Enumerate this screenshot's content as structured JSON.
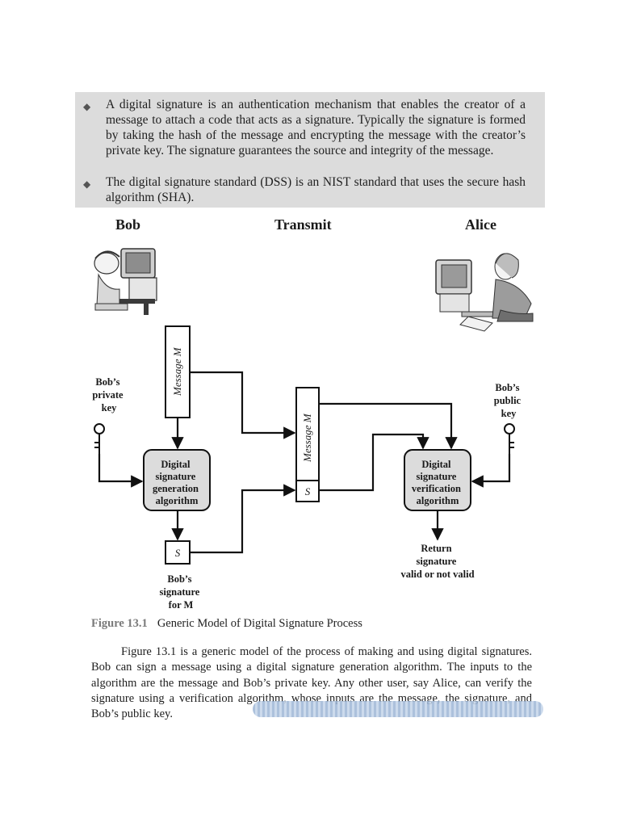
{
  "summary": {
    "bullets": [
      "A digital signature is an authentication mechanism that enables the creator of a message to attach a code that acts as a signature. Typically the signature is formed by taking the hash of the message and encrypting the message with the creator’s private key. The signature guarantees the source and integrity of the message.",
      "The digital signature standard (DSS) is an NIST standard that uses the secure hash algorithm (SHA)."
    ]
  },
  "diagram": {
    "col_bob": "Bob",
    "col_transmit": "Transmit",
    "col_alice": "Alice",
    "private_key_label": [
      "Bob’s",
      "private",
      "key"
    ],
    "public_key_label": [
      "Bob’s",
      "public",
      "key"
    ],
    "message_label": "Message M",
    "signature_label": "S",
    "gen_box": [
      "Digital",
      "signature",
      "generation",
      "algorithm"
    ],
    "ver_box": [
      "Digital",
      "signature",
      "verification",
      "algorithm"
    ],
    "return_label": [
      "Return",
      "signature",
      "valid or not valid"
    ],
    "bob_sig_label": [
      "Bob’s",
      "signature",
      "for M"
    ]
  },
  "caption": {
    "figure_number": "Figure 13.1",
    "title": "Generic Model of Digital Signature Process"
  },
  "paragraph": "Figure 13.1 is a generic model of the process of making and using digital signatures. Bob can sign a message using a digital signature generation algorithm. The inputs to the algorithm are the message and Bob’s private key. Any other user, say Alice, can verify the signature using a verification algorithm, whose inputs are the message, the signature, and Bob’s public key."
}
